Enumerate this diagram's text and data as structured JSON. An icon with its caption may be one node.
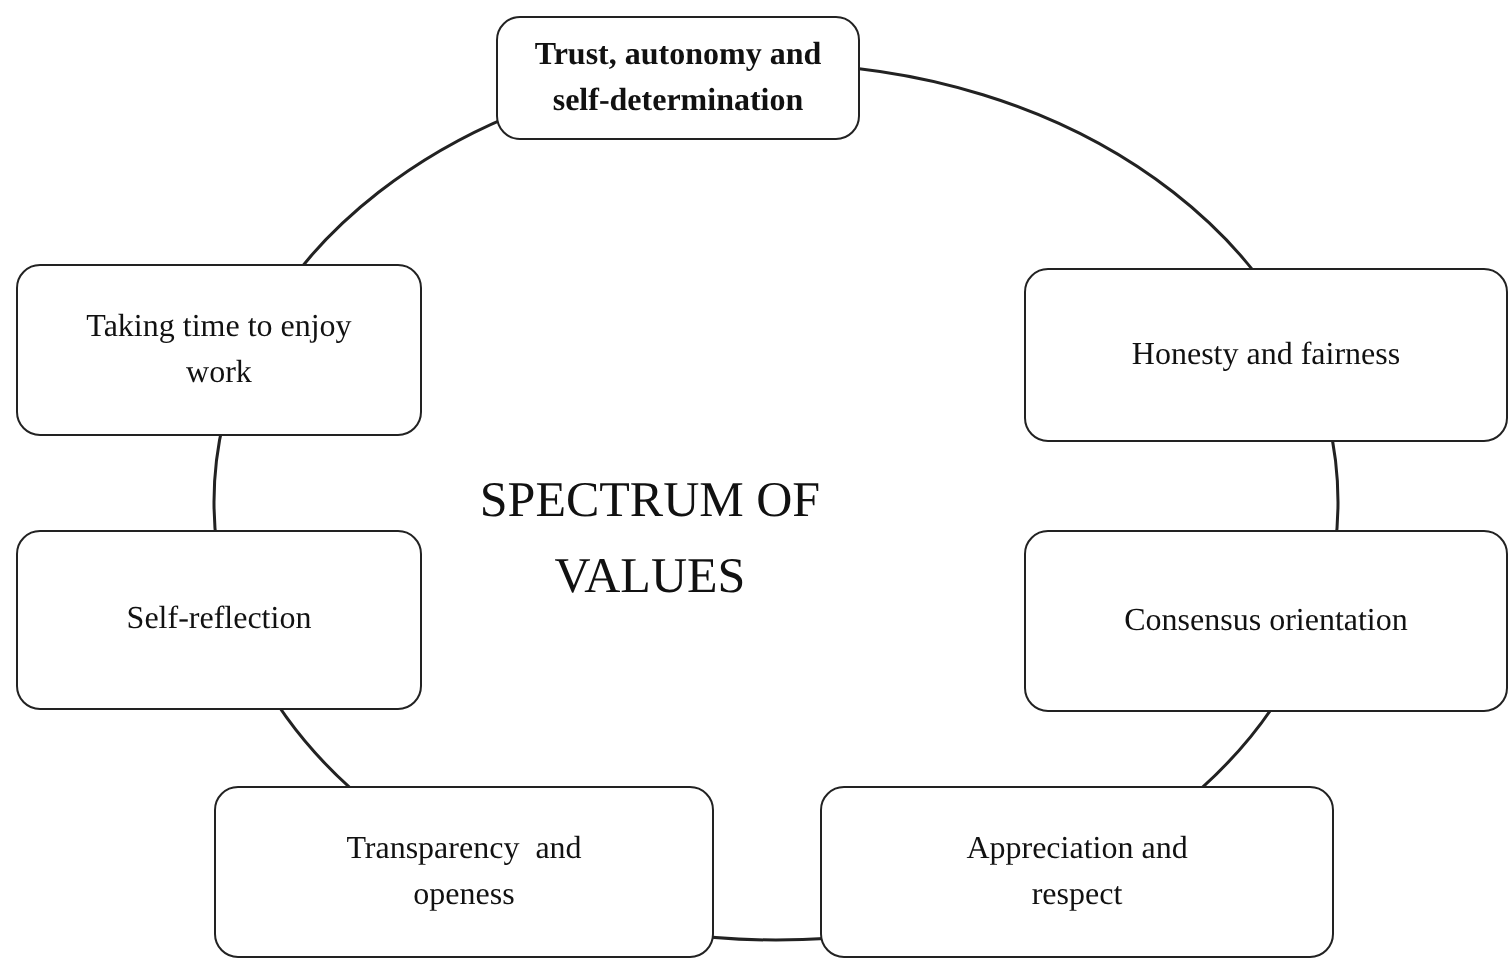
{
  "diagram": {
    "nodes": [
      {
        "text": [
          "Trust, autonomy and self-determination"
        ]
      },
      {
        "text": [
          "Taking time to enjoy work"
        ]
      },
      {
        "text": [
          "Honesty and fairness"
        ]
      },
      {
        "text": [
          "Self-reflection"
        ]
      },
      {
        "text": [
          "Consensus orientation"
        ]
      },
      {
        "text": [
          "Transparency  and openess"
        ]
      },
      {
        "text": [
          "Appreciation and respect"
        ]
      }
    ],
    "labels": [
      "SPECTRUM OF VALUES"
    ]
  }
}
